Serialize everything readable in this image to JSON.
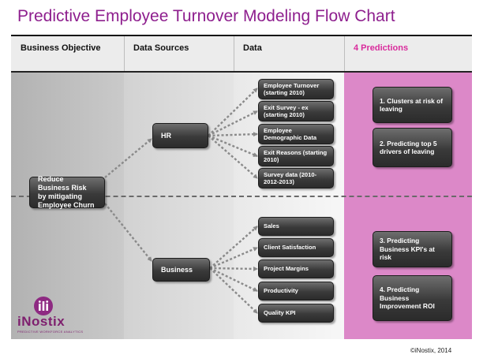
{
  "title": "Predictive Employee Turnover Modeling Flow Chart",
  "headers": {
    "objective": "Business Objective",
    "sources": "Data Sources",
    "data": "Data",
    "predictions": "4 Predictions"
  },
  "objective_box": "Reduce Business Risk by mitigating Employee Churn",
  "sources": {
    "hr": "HR",
    "business": "Business"
  },
  "hr_data": [
    "Employee Turnover (starting 2010)",
    "Exit Survey - ex (starting 2010)",
    "Employee Demographic Data",
    "Exit Reasons (starting 2010)",
    "Survey data (2010-2012-2013)"
  ],
  "business_data": [
    "Sales",
    "Client Satisfaction",
    "Project Margins",
    "Productivity",
    "Quality KPI"
  ],
  "predictions": [
    "1.   Clusters at risk of leaving",
    "2. Predicting top 5 drivers of leaving",
    "3. Predicting Business KPI's at risk",
    "4. Predicting Business Improvement ROI"
  ],
  "logo": {
    "name": "iNostix",
    "tagline": "PREDICTIVE WORKFORCE ANALYTICS"
  },
  "copyright": "©iNostix, 2014",
  "colors": {
    "title": "#8e1f8e",
    "predictions_header": "#d92b9c",
    "predictions_column": "#dc88c8",
    "box": "#3a3a3a"
  }
}
